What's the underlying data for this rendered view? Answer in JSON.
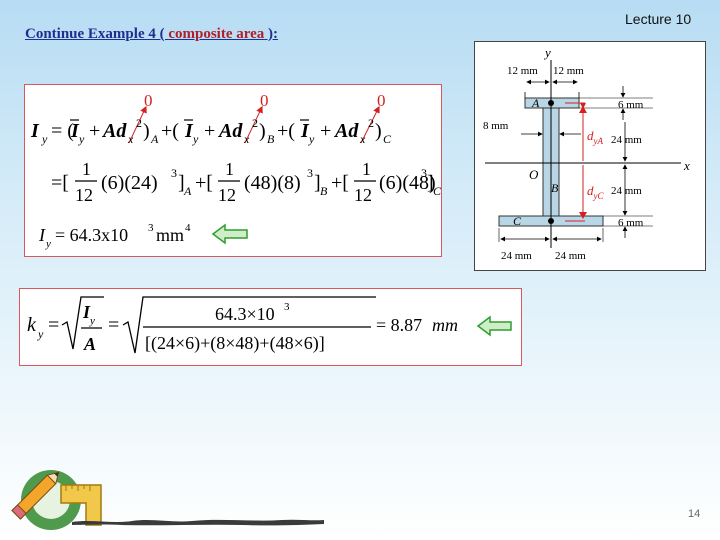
{
  "header": {
    "title_prefix": "Continue Example 4 ( ",
    "title_highlight": "composite area",
    "title_suffix": " ):",
    "lecture": "Lecture 10"
  },
  "equation_box": {
    "zero_marks": [
      "0",
      "0",
      "0"
    ],
    "line1": {
      "lhs": "I",
      "lhs_sub": "y",
      "terms": [
        {
          "sub": "A"
        },
        {
          "sub": "B"
        },
        {
          "sub": "C"
        }
      ]
    },
    "line2": {
      "fractions": [
        {
          "num": "1",
          "den": "12",
          "dims": "(6)(24)",
          "exp": "3",
          "sub": "A"
        },
        {
          "num": "1",
          "den": "12",
          "dims": "(48)(8)",
          "exp": "3",
          "sub": "B"
        },
        {
          "num": "1",
          "den": "12",
          "dims": "(6)(48)",
          "exp": "3",
          "sub": "C"
        }
      ]
    },
    "result": {
      "lhs": "I",
      "lhs_sub": "y",
      "value": "= 64.3x10",
      "exp": "3",
      "unit": "mm",
      "unit_exp": "4"
    }
  },
  "radius_box": {
    "lhs": "k",
    "lhs_sub": "y",
    "frac_num": "I",
    "frac_num_sub": "y",
    "frac_den": "A",
    "big_num": "64.3×10",
    "big_num_exp": "3",
    "big_den": "[(24×6)+(8×48)+(48×6)]",
    "result": "= 8.87",
    "unit": "mm"
  },
  "figure": {
    "axis_y": "y",
    "axis_x": "x",
    "origin": "O",
    "dim_top_left": "12 mm",
    "dim_top_right": "12 mm",
    "dim_flange_top": "6 mm",
    "dim_web_width": "8 mm",
    "dim_upper_half": "24 mm",
    "dim_lower_half": "24 mm",
    "dim_flange_bottom": "6 mm",
    "dim_bottom_left": "24 mm",
    "dim_bottom_right": "24 mm",
    "label_a": "A",
    "label_b": "B",
    "label_c": "C",
    "dya_d": "d",
    "dya_sub": "yA",
    "dyc_d": "d",
    "dyc_sub": "yC"
  },
  "footer": {
    "page_number": "14"
  },
  "colors": {
    "arrow_green": "#2e9e2e",
    "arrow_fill": "#cfeec8",
    "box_border": "#d7585d",
    "title_blue": "#1f2f8f",
    "title_red": "#b0202a",
    "figure_red": "#d62020"
  },
  "icons": [
    "arrow-left-icon",
    "pencil-ruler-icon"
  ]
}
